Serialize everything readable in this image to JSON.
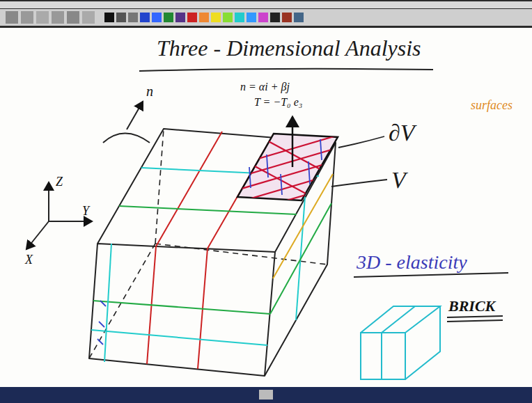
{
  "diagram": {
    "title": "Three - Dimensional Analysis",
    "labels": [
      "n",
      "n = αi + βj",
      "T = −T₀ e₃",
      "surfaces",
      "∂V",
      "V",
      "Z",
      "Y",
      "X",
      "3D - elasticity",
      "BRICK"
    ]
  }
}
